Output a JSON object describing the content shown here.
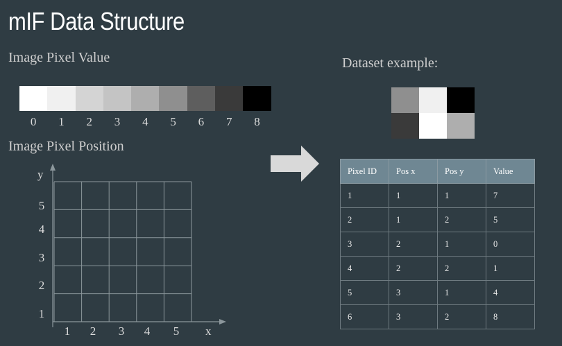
{
  "title": "mIF Data Structure",
  "pixel_value": {
    "label": "Image Pixel Value",
    "scale": [
      {
        "value": "0",
        "color": "#ffffff"
      },
      {
        "value": "1",
        "color": "#f0f0f0"
      },
      {
        "value": "2",
        "color": "#d4d4d4"
      },
      {
        "value": "3",
        "color": "#c4c4c4"
      },
      {
        "value": "4",
        "color": "#aeaeae"
      },
      {
        "value": "5",
        "color": "#8f8f8f"
      },
      {
        "value": "6",
        "color": "#5e5e5e"
      },
      {
        "value": "7",
        "color": "#3a3a3a"
      },
      {
        "value": "8",
        "color": "#000000"
      }
    ]
  },
  "pixel_position": {
    "label": "Image Pixel Position",
    "x_label": "x",
    "y_label": "y",
    "x_ticks": [
      "1",
      "2",
      "3",
      "4",
      "5"
    ],
    "y_ticks": [
      "1",
      "2",
      "3",
      "4",
      "5"
    ]
  },
  "dataset": {
    "label": "Dataset example:",
    "example_grid": [
      [
        "#8f8f8f",
        "#f0f0f0",
        "#000000"
      ],
      [
        "#3a3a3a",
        "#ffffff",
        "#aeaeae"
      ]
    ],
    "headers": [
      "Pixel ID",
      "Pos x",
      "Pos y",
      "Value"
    ],
    "rows": [
      [
        "1",
        "1",
        "1",
        "7"
      ],
      [
        "2",
        "1",
        "2",
        "5"
      ],
      [
        "3",
        "2",
        "1",
        "0"
      ],
      [
        "4",
        "2",
        "2",
        "1"
      ],
      [
        "5",
        "3",
        "1",
        "4"
      ],
      [
        "6",
        "3",
        "2",
        "8"
      ]
    ]
  }
}
